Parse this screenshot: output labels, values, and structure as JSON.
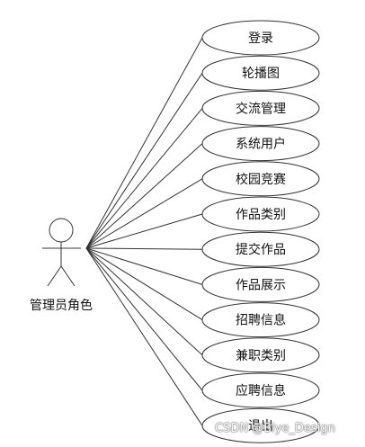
{
  "actor": {
    "label": "管理员角色"
  },
  "use_cases": [
    {
      "label": "登录"
    },
    {
      "label": "轮播图"
    },
    {
      "label": "交流管理"
    },
    {
      "label": "系统用户"
    },
    {
      "label": "校园竞赛"
    },
    {
      "label": "作品类别"
    },
    {
      "label": "提交作品"
    },
    {
      "label": "作品展示"
    },
    {
      "label": "招聘信息"
    },
    {
      "label": "兼职类别"
    },
    {
      "label": "应聘信息"
    },
    {
      "label": "退出"
    }
  ],
  "watermark": "CSDN @Biye_Design",
  "colors": {
    "ellipse_fill": "#ffffff",
    "stroke": "#333333"
  }
}
